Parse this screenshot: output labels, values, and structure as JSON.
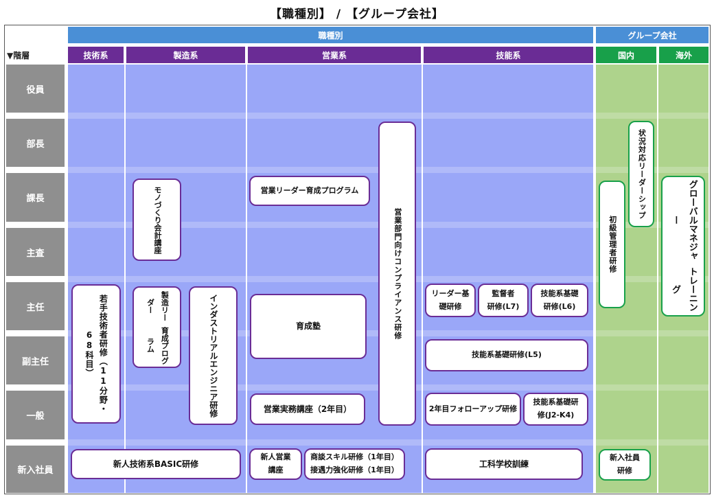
{
  "title": "【職種別】 / 【グループ会社】",
  "headers": {
    "shokushu": "職種別",
    "group": "グループ会社",
    "level_head": "▼階層",
    "columns": {
      "gijutsu": "技術系",
      "seizou": "製造系",
      "eigyou": "営業系",
      "ginou": "技能系",
      "kokunai": "国内",
      "kaigai": "海外"
    }
  },
  "levels": [
    "役員",
    "部長",
    "課長",
    "主査",
    "主任",
    "副主任",
    "一般",
    "新入社員"
  ],
  "programs": {
    "wakate": "若手技術者研修（11分野・68科目）",
    "basic": "新人技術系BASIC研修",
    "monozukuri_1": "モノづくり",
    "monozukuri_2": "会計講座",
    "seizou_leader_1": "製造リーダー",
    "seizou_leader_2": "育成プログラム",
    "industrial_1": "インダストリアル",
    "industrial_2": "エンジニア研修",
    "eigyo_leader": "営業リーダー育成プログラム",
    "compliance": "営業部門向けコンプライアンス研修",
    "ikuseijuku": "育成塾",
    "jitsumu": "営業実務講座（2年目）",
    "shinjin_eigyo_1": "新人営業",
    "shinjin_eigyo_2": "講座",
    "shodan_1": "商談スキル研修（1年目）",
    "shodan_2": "接遇力強化研修（1年目）",
    "leader_kiso_1": "リーダー基",
    "leader_kiso_2": "礎研修",
    "kantoku_1": "監督者",
    "kantoku_2": "研修(L7)",
    "ginou_kiso_l6_1": "技能系基礎",
    "ginou_kiso_l6_2": "研修(L6)",
    "ginou_kiso_l5": "技能系基礎研修(L5)",
    "followup": "2年目フォローアップ研修",
    "ginou_kiso_j2_1": "技能系基礎研",
    "ginou_kiso_j2_2": "修(J2-K4)",
    "kouka": "工科学校訓練",
    "jokyo": "状況対応リーダーシップ",
    "shokyu": "初級管理者研修",
    "shinnyu_group_1": "新入社員",
    "shinnyu_group_2": "研修",
    "global_1": "グローバルマネジャー",
    "global_2": "トレーニング"
  }
}
